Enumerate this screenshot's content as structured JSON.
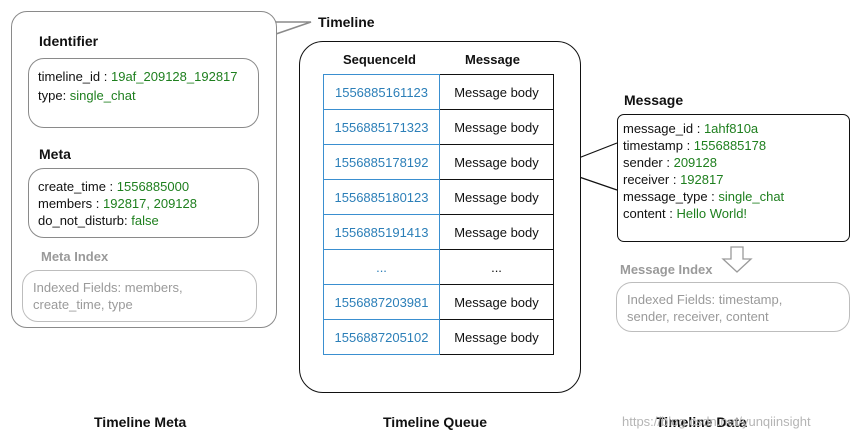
{
  "timeline_label": "Timeline",
  "meta_panel": {
    "identifier": {
      "title": "Identifier",
      "timeline_id_key": "timeline_id : ",
      "timeline_id_val": "19af_209128_192817",
      "type_key": "type: ",
      "type_val": "single_chat"
    },
    "meta": {
      "title": "Meta",
      "create_time_key": "create_time : ",
      "create_time_val": "1556885000",
      "members_key": "members : ",
      "members_val": "192817, 209128",
      "dnd_key": "do_not_disturb: ",
      "dnd_val": "false"
    },
    "meta_index": {
      "title": "Meta Index",
      "line1": "Indexed Fields: members,",
      "line2": "create_time, type"
    }
  },
  "queue": {
    "col_seq": "SequenceId",
    "col_msg": "Message",
    "rows": [
      {
        "seq": "1556885161123",
        "msg": "Message body"
      },
      {
        "seq": "1556885171323",
        "msg": "Message body"
      },
      {
        "seq": "1556885178192",
        "msg": "Message body"
      },
      {
        "seq": "1556885180123",
        "msg": "Message body"
      },
      {
        "seq": "1556885191413",
        "msg": "Message body"
      },
      {
        "seq": "...",
        "msg": "..."
      },
      {
        "seq": "1556887203981",
        "msg": "Message body"
      },
      {
        "seq": "1556887205102",
        "msg": "Message body"
      }
    ]
  },
  "message_panel": {
    "title": "Message",
    "message_id_key": "message_id : ",
    "message_id_val": "1ahf810a",
    "timestamp_key": "timestamp : ",
    "timestamp_val": "1556885178",
    "sender_key": "sender : ",
    "sender_val": "209128",
    "receiver_key": "receiver : ",
    "receiver_val": "192817",
    "message_type_key": "message_type : ",
    "message_type_val": "single_chat",
    "content_key": "content : ",
    "content_val": "Hello World!",
    "index_title": "Message Index",
    "index_line1": "Indexed Fields: timestamp,",
    "index_line2": "sender, receiver, content"
  },
  "captions": {
    "meta": "Timeline Meta",
    "queue": "Timeline Queue",
    "data": "Timeline Data"
  },
  "watermark": "https://blog.csdn.net/yunqiinsight"
}
